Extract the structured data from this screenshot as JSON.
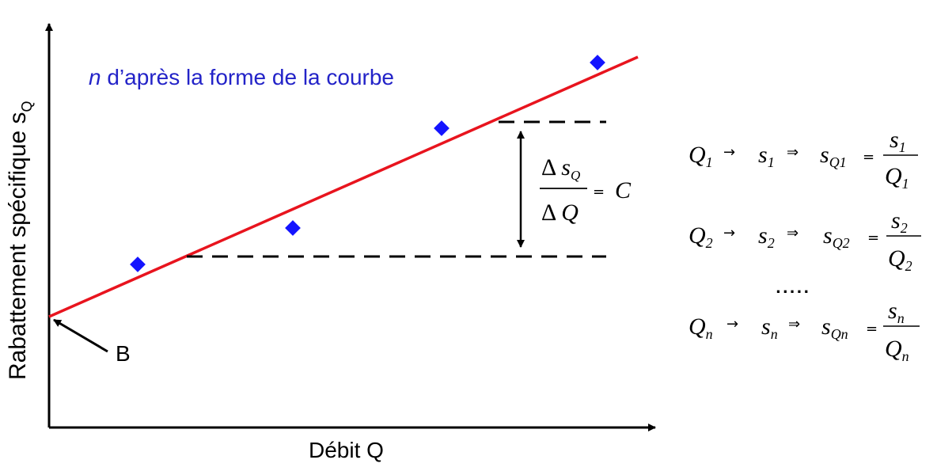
{
  "axes": {
    "y_label": "Rabattement spécifique s",
    "y_label_sub": "Q",
    "x_label": "Débit Q"
  },
  "annotation": {
    "italic": "n",
    "text": " d’après la forme de la courbe",
    "color": "#2323c8"
  },
  "intercept_label": "B",
  "slope": {
    "num_delta": "Δ",
    "num_var": "s",
    "num_sub": "Q",
    "den_delta": "Δ",
    "den_var": "Q",
    "equals": "=",
    "result": "C"
  },
  "equations": {
    "arrow": "→",
    "implies": "⇒",
    "equals": "=",
    "dots": ".....",
    "rows": [
      {
        "Q": "Q",
        "Qsub": "1",
        "s": "s",
        "ssub": "1",
        "sQ": "s",
        "sQsub": "Q1",
        "num": "s",
        "numsub": "1",
        "den": "Q",
        "densub": "1"
      },
      {
        "Q": "Q",
        "Qsub": "2",
        "s": "s",
        "ssub": "2",
        "sQ": "s",
        "sQsub": "Q2",
        "num": "s",
        "numsub": "2",
        "den": "Q",
        "densub": "2"
      },
      {
        "Q": "Q",
        "Qsub": "n",
        "s": "s",
        "ssub": "n",
        "sQ": "s",
        "sQsub": "Qn",
        "num": "s",
        "numsub": "n",
        "den": "Q",
        "densub": "n"
      }
    ]
  },
  "colors": {
    "regression_line": "#e8141e",
    "points": "#1414ff",
    "axes": "#000000"
  },
  "data_points": [
    {
      "id": "p1"
    },
    {
      "id": "p2"
    },
    {
      "id": "p3"
    },
    {
      "id": "p4"
    }
  ]
}
